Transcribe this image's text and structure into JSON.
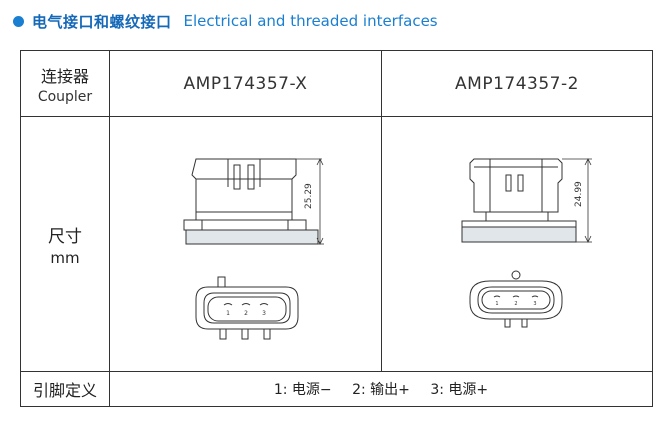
{
  "heading": {
    "title_cn": "电气接口和螺纹接口",
    "title_en": "Electrical and threaded interfaces",
    "accent_color": "#1a7fd0"
  },
  "table": {
    "header": {
      "label_cn": "连接器",
      "label_en": "Coupler",
      "models": [
        "AMP174357-X",
        "AMP174357-2"
      ]
    },
    "dimension_row": {
      "label_cn": "尺寸",
      "label_en": "mm",
      "heights": [
        "25.29",
        "24.99"
      ],
      "pin_marks": [
        "1",
        "2",
        "3"
      ]
    },
    "pin_row": {
      "label": "引脚定义",
      "pins": [
        "1: 电源−",
        "2: 输出+",
        "3: 电源+"
      ]
    }
  }
}
